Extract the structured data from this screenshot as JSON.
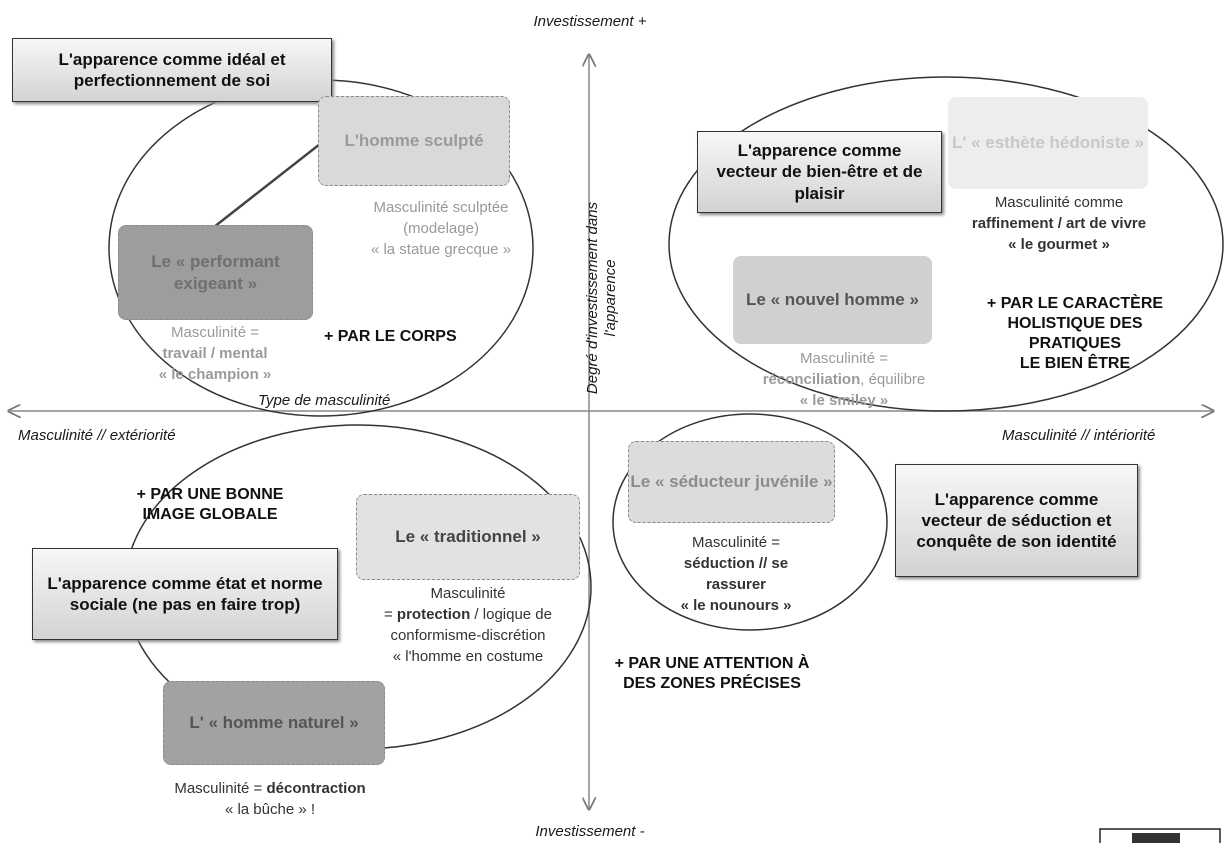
{
  "axes": {
    "top": "Investissement +",
    "bottom": "Investissement  -",
    "left": "Masculinité //  extériorité",
    "right": "Masculinité // intériorité",
    "horizontal_label": "Type de masculinité",
    "vertical_label_line1": "Degré d'investissement dans",
    "vertical_label_line2": "l'apparence"
  },
  "headings": {
    "ideal": "L'apparence comme idéal et perfectionnement de soi",
    "bienetre": "L'apparence comme vecteur de bien-être et de plaisir",
    "seduction": "L'apparence comme vecteur de séduction et conquête de son identité",
    "etat": "L'apparence comme état et norme sociale (ne pas en faire trop)"
  },
  "types": {
    "sculpte": "L'homme sculpté",
    "performant": "Le « performant exigeant »",
    "esthete": "L' « esthète hédoniste »",
    "nouvel": "Le « nouvel homme »",
    "seducteur": "Le « séducteur juvénile »",
    "traditionnel": "Le « traditionnel »",
    "naturel": "L'  « homme naturel »"
  },
  "descriptions": {
    "sculpte": {
      "line1": "Masculinité sculptée",
      "line2": "(modelage)",
      "line3": "« la statue grecque »"
    },
    "performant": {
      "line1": "Masculinité =",
      "line2": "travail / mental",
      "line3": "« le champion »"
    },
    "esthete": {
      "line1": "Masculinité comme",
      "line2": "raffinement / art de vivre",
      "line3": "« le gourmet »"
    },
    "nouvel": {
      "line1": "Masculinité =",
      "line2a": "réconciliation",
      "line2b": ", équilibre",
      "line3": "« le smiley »"
    },
    "seducteur": {
      "line1": "Masculinité =",
      "line2": "séduction // se",
      "line3": "rassurer",
      "line4": "« le nounours »"
    },
    "traditionnel": {
      "line1": "Masculinité",
      "line2a": "= ",
      "line2b": "protection",
      "line2c": " / logique de",
      "line3": "conformisme-discrétion",
      "line4": "« l'homme en costume"
    },
    "naturel": {
      "line1a": "Masculinité = ",
      "line1b": "décontraction",
      "line2": "« la bûche » !"
    }
  },
  "modes": {
    "corps": "+ PAR LE CORPS",
    "holistique_line1": "+ PAR LE CARACTÈRE",
    "holistique_line2": "HOLISTIQUE DES",
    "holistique_line3": "PRATIQUES",
    "holistique_line4": "LE BIEN ÊTRE",
    "image_line1": "+ PAR UNE BONNE",
    "image_line2": "IMAGE GLOBALE",
    "zones_line1": "+ PAR UNE ATTENTION À",
    "zones_line2": "DES ZONES PRÉCISES"
  }
}
